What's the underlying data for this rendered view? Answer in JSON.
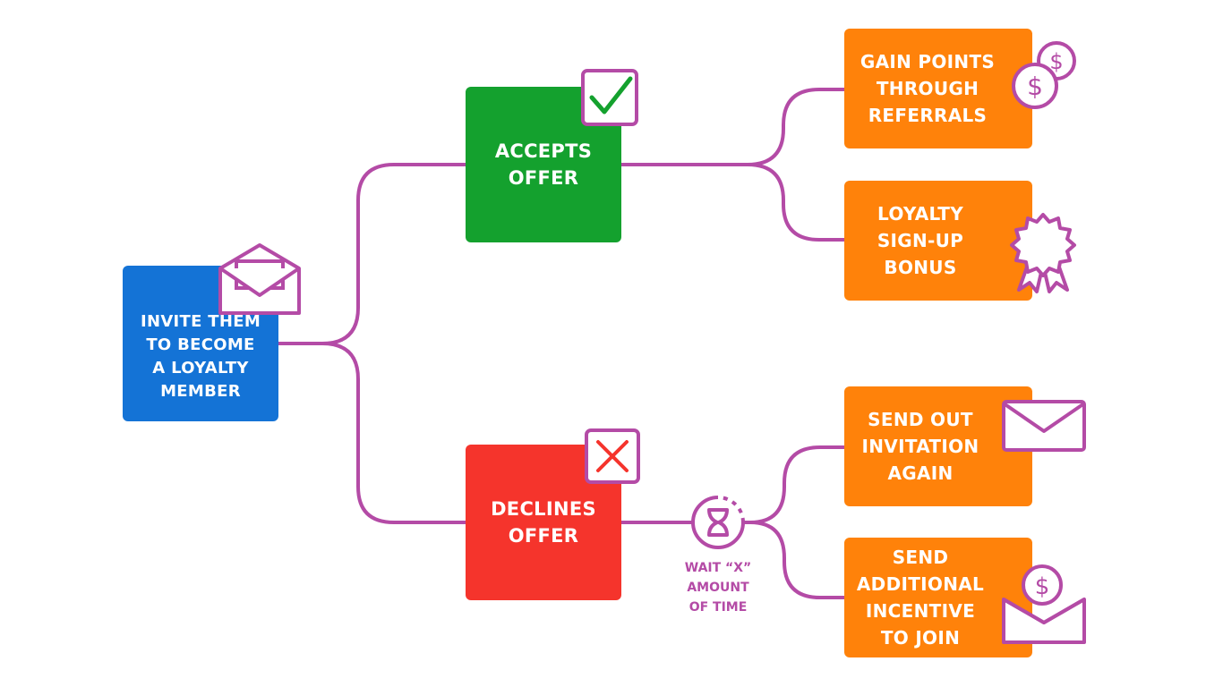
{
  "colors": {
    "connector": "#b44ba6",
    "invite": "#1473d6",
    "accepts": "#14a12e",
    "declines": "#f5342c",
    "outcome": "#ff820a"
  },
  "nodes": {
    "invite": "INVITE THEM\nTO BECOME\nA LOYALTY\nMEMBER",
    "accepts": "ACCEPTS\nOFFER",
    "declines": "DECLINES\nOFFER",
    "gain_points": "GAIN POINTS\nTHROUGH\nREFERRALS",
    "signup_bonus": "LOYALTY\nSIGN-UP\nBONUS",
    "send_again": "SEND OUT\nINVITATION\nAGAIN",
    "additional_incentive": "SEND\nADDITIONAL\nINCENTIVE\nTO JOIN"
  },
  "wait_label": "WAIT “X”\nAMOUNT\nOF TIME",
  "icons": {
    "invite": "open-envelope-icon",
    "accepts": "checkmark-icon",
    "declines": "x-mark-icon",
    "gain_points": "dollar-coins-icon",
    "signup_bonus": "award-ribbon-icon",
    "send_again": "envelope-icon",
    "additional_incentive": "envelope-dollar-icon",
    "wait": "hourglass-icon"
  }
}
